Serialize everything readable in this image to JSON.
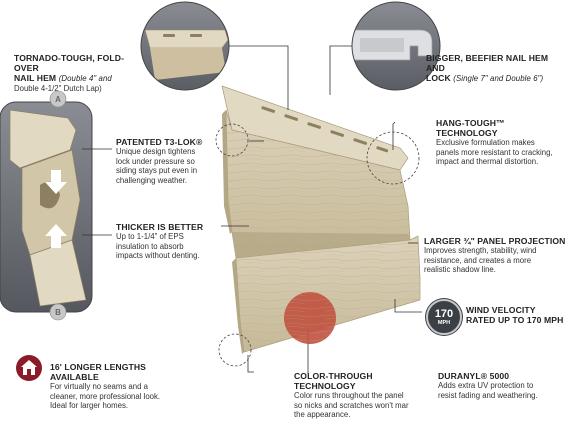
{
  "callouts": {
    "nail_hem": {
      "title": "Tornado-Tough, Fold-Over",
      "title2": "Nail Hem",
      "sub": "(Double 4\" and",
      "desc": "Double 4-1/2\" Dutch Lap)"
    },
    "beefier": {
      "title": "Bigger, Beefier Nail Hem and",
      "title2": "Lock",
      "sub": "(Single 7\" and Double 6\")"
    },
    "hang_tough": {
      "title": "Hang-Tough™ Technology",
      "desc": [
        "Exclusive formulation makes",
        "panels more resistant to cracking,",
        "impact and thermal distortion."
      ]
    },
    "t3lok": {
      "title": "Patented T3-Lok®",
      "desc": [
        "Unique design tightens",
        "lock under pressure so",
        "siding stays put even in",
        "challenging weather."
      ]
    },
    "thicker": {
      "title": "Thicker is Better",
      "desc": [
        "Up to 1-1/4\" of EPS",
        "insulation to absorb",
        "impacts without denting."
      ]
    },
    "projection": {
      "title": "Larger ¾\" Panel Projection",
      "desc": [
        "Improves strength, stability, wind",
        "resistance, and creates a more",
        "realistic shadow line."
      ]
    },
    "wind": {
      "title": "Wind Velocity",
      "title2": "Rated up to 170 MPH"
    },
    "lengths": {
      "title": "16' Longer Lengths Available",
      "desc": [
        "For virtually no seams and a",
        "cleaner, more professional look.",
        "Ideal for larger homes."
      ]
    },
    "color": {
      "title": "Color-Through Technology",
      "desc": [
        "Color runs throughout the panel",
        "so nicks and scratches won't mar",
        "the appearance."
      ]
    },
    "duranyl": {
      "title": "Duranyl® 5000",
      "desc": [
        "Adds extra UV protection to",
        "resist fading and weathering."
      ]
    }
  },
  "badge": {
    "number": "170",
    "unit": "MPH"
  },
  "markers": {
    "a": "A",
    "b": "B"
  },
  "colors": {
    "siding": "#cfc3a6",
    "siding_dark": "#b4a786",
    "siding_light": "#ddd3bb",
    "badge_dark": "#3b3f46",
    "house_badge": "#8a1c2a",
    "color_dot": "#c0513f",
    "insert_bg": "#6b6f77"
  }
}
